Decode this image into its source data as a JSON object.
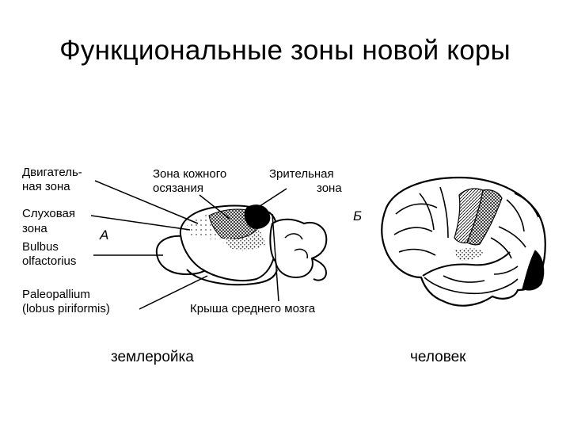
{
  "slide": {
    "title": "Функциональные зоны новой коры"
  },
  "diagram": {
    "labels": {
      "motor_line1": "Двигатель-",
      "motor_line2": "ная зона",
      "somato_line1": "Зона кожного",
      "somato_line2": "осязания",
      "visual_line1": "Зрительная",
      "visual_line2": "зона",
      "auditory_line1": "Слуховая",
      "auditory_line2": "зона",
      "bulbus_line1": "Bulbus",
      "bulbus_line2": "olfactorius",
      "paleo_line1": "Paleopallium",
      "paleo_line2": "(lobus piriformis)",
      "tectum": "Крыша среднего мозга",
      "panel_a": "A",
      "panel_b": "Б"
    }
  },
  "captions": {
    "left": "землеройка",
    "right": "человек"
  }
}
